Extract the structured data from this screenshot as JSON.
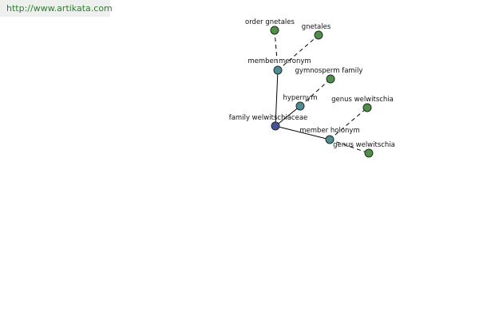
{
  "header": {
    "url": "http://www.artikata.com"
  },
  "colors": {
    "center_node": "#4a4f9a",
    "relation_node": "#4f8c96",
    "leaf_node": "#4f8f49",
    "node_stroke": "#1f2f1f",
    "edge": "#000000"
  },
  "graph": {
    "nodes": [
      {
        "id": "family",
        "label": "family welwitschiaceae",
        "kind": "center"
      },
      {
        "id": "meronym",
        "label": "member meronym",
        "kind": "relation"
      },
      {
        "id": "hypernym",
        "label": "hypernym",
        "kind": "relation"
      },
      {
        "id": "holonym",
        "label": "member holonym",
        "kind": "relation"
      },
      {
        "id": "order",
        "label": "order gnetales",
        "kind": "leaf"
      },
      {
        "id": "gnetales",
        "label": "gnetales",
        "kind": "leaf"
      },
      {
        "id": "gymno",
        "label": "gymnosperm family",
        "kind": "leaf"
      },
      {
        "id": "genus1",
        "label": "genus welwitschia",
        "kind": "leaf"
      },
      {
        "id": "genus2",
        "label": "genus welwitschia",
        "kind": "leaf"
      }
    ],
    "edges": [
      {
        "from": "family",
        "to": "meronym",
        "style": "solid"
      },
      {
        "from": "family",
        "to": "hypernym",
        "style": "solid"
      },
      {
        "from": "family",
        "to": "holonym",
        "style": "solid"
      },
      {
        "from": "meronym",
        "to": "order",
        "style": "dashed"
      },
      {
        "from": "meronym",
        "to": "gnetales",
        "style": "dashed"
      },
      {
        "from": "hypernym",
        "to": "gymno",
        "style": "dashed"
      },
      {
        "from": "holonym",
        "to": "genus1",
        "style": "dashed"
      },
      {
        "from": "holonym",
        "to": "genus2",
        "style": "dashed"
      }
    ]
  }
}
